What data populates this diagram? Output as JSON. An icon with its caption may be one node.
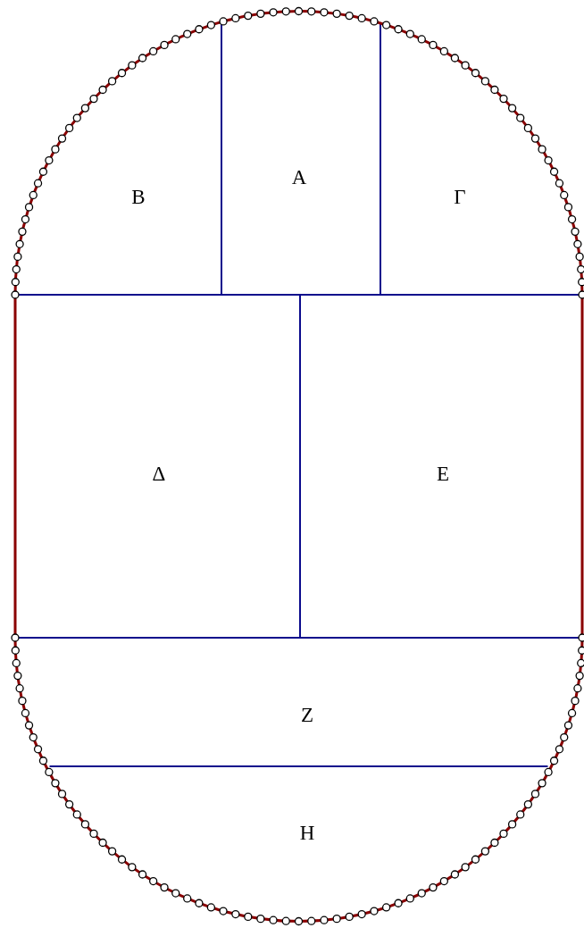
{
  "diagram": {
    "nodes": [
      {
        "text": [
          "Β"
        ]
      },
      {
        "text": [
          "Α"
        ]
      },
      {
        "text": [
          "Γ"
        ]
      },
      {
        "text": [
          "Δ"
        ]
      },
      {
        "text": [
          "Ε"
        ]
      },
      {
        "text": [
          "Ζ"
        ]
      },
      {
        "text": [
          "Η"
        ]
      }
    ]
  }
}
